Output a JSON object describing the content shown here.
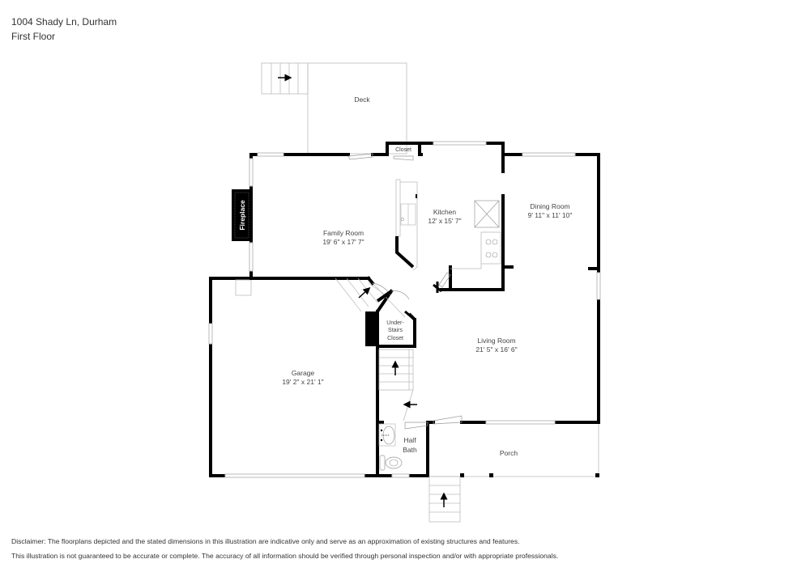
{
  "header": {
    "address": "1004 Shady Ln, Durham",
    "floor": "First Floor"
  },
  "rooms": {
    "deck": {
      "name": "Deck"
    },
    "closet": {
      "name": "Closet"
    },
    "fireplace": {
      "name": "Fireplace"
    },
    "family_room": {
      "name": "Family Room",
      "dims": "19' 6\" x 17' 7\""
    },
    "kitchen": {
      "name": "Kitchen",
      "dims": "12' x 15' 7\""
    },
    "dining_room": {
      "name": "Dining Room",
      "dims": "9' 11\" x 11' 10\""
    },
    "living_room": {
      "name": "Living Room",
      "dims": "21' 5\" x 16' 6\""
    },
    "garage": {
      "name": "Garage",
      "dims": "19' 2\" x 21' 1\""
    },
    "under_stairs_closet": {
      "line1": "Under-",
      "line2": "Stairs",
      "line3": "Closet"
    },
    "half_bath": {
      "line1": "Half",
      "line2": "Bath"
    },
    "porch": {
      "name": "Porch"
    }
  },
  "colors": {
    "wall": "#000000",
    "thin_line": "#bbbbbb",
    "text": "#444444"
  },
  "disclaimer": {
    "line1": "Disclaimer: The floorplans depicted and the stated dimensions in this illustration are indicative only and serve as an approximation of existing structures and features.",
    "line2": "This illustration is not guaranteed to be accurate or complete. The accuracy of all information should be verified through personal inspection and/or with appropriate professionals."
  }
}
